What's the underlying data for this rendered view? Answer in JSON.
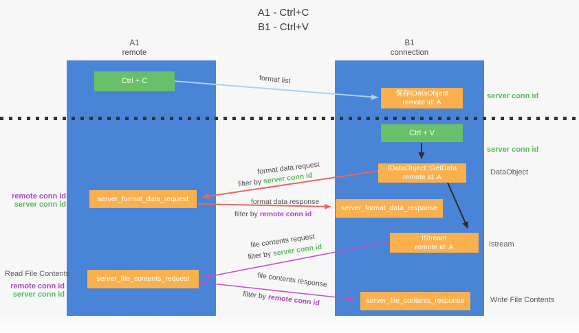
{
  "title": {
    "line1": "A1 - Ctrl+C",
    "line2": "B1 - Ctrl+V"
  },
  "lanes": {
    "left": {
      "name": "A1",
      "role": "remote"
    },
    "right": {
      "name": "B1",
      "role": "connection"
    }
  },
  "nodes": {
    "ctrl_c": "Ctrl + C",
    "ctrl_v": "Ctrl + V",
    "save_idataobject": {
      "line1": "保存IDataObject",
      "line2": "remote id: A"
    },
    "getdata": {
      "line1": "IDataObject::GetData",
      "line2": "remote id: A"
    },
    "istream": {
      "line1": "IStream",
      "line2": "remote id: A"
    },
    "server_format_data_request": "server_format_data_request",
    "server_format_data_response": "server_format_data_response",
    "server_file_contents_request": "server_file_contents_request",
    "server_file_contents_response": "server_file_contents_response"
  },
  "edge_labels": {
    "format_list": "format list",
    "format_data_request": "format data request",
    "format_data_response": "format data response",
    "file_contents_request": "file contents request",
    "file_contents_response": "file contents response",
    "filter_by": "filter by",
    "server_conn_id": "server conn id",
    "remote_conn_id": "remote conn id"
  },
  "side_labels": {
    "server_conn_id_top": "server conn id",
    "server_conn_id_mid": "server conn id",
    "dataobject": "DataObject",
    "istream": "Istream",
    "read_file_contents": "Read File Contents",
    "write_file_contents": "Write File Contents",
    "remote_conn_id": "remote conn id",
    "server_conn_id": "server conn id"
  },
  "colors": {
    "lane_fill": "#4a84d6",
    "action_green": "#6abf69",
    "message_orange": "#fbb04e",
    "arrow_light_blue": "#a9d3f2",
    "arrow_red": "#ee6462",
    "arrow_magenta": "#c052c0",
    "arrow_black": "#2b2b2b",
    "text_green": "#5cb85c",
    "text_purple": "#ab47bc",
    "text_gray": "#595959"
  }
}
